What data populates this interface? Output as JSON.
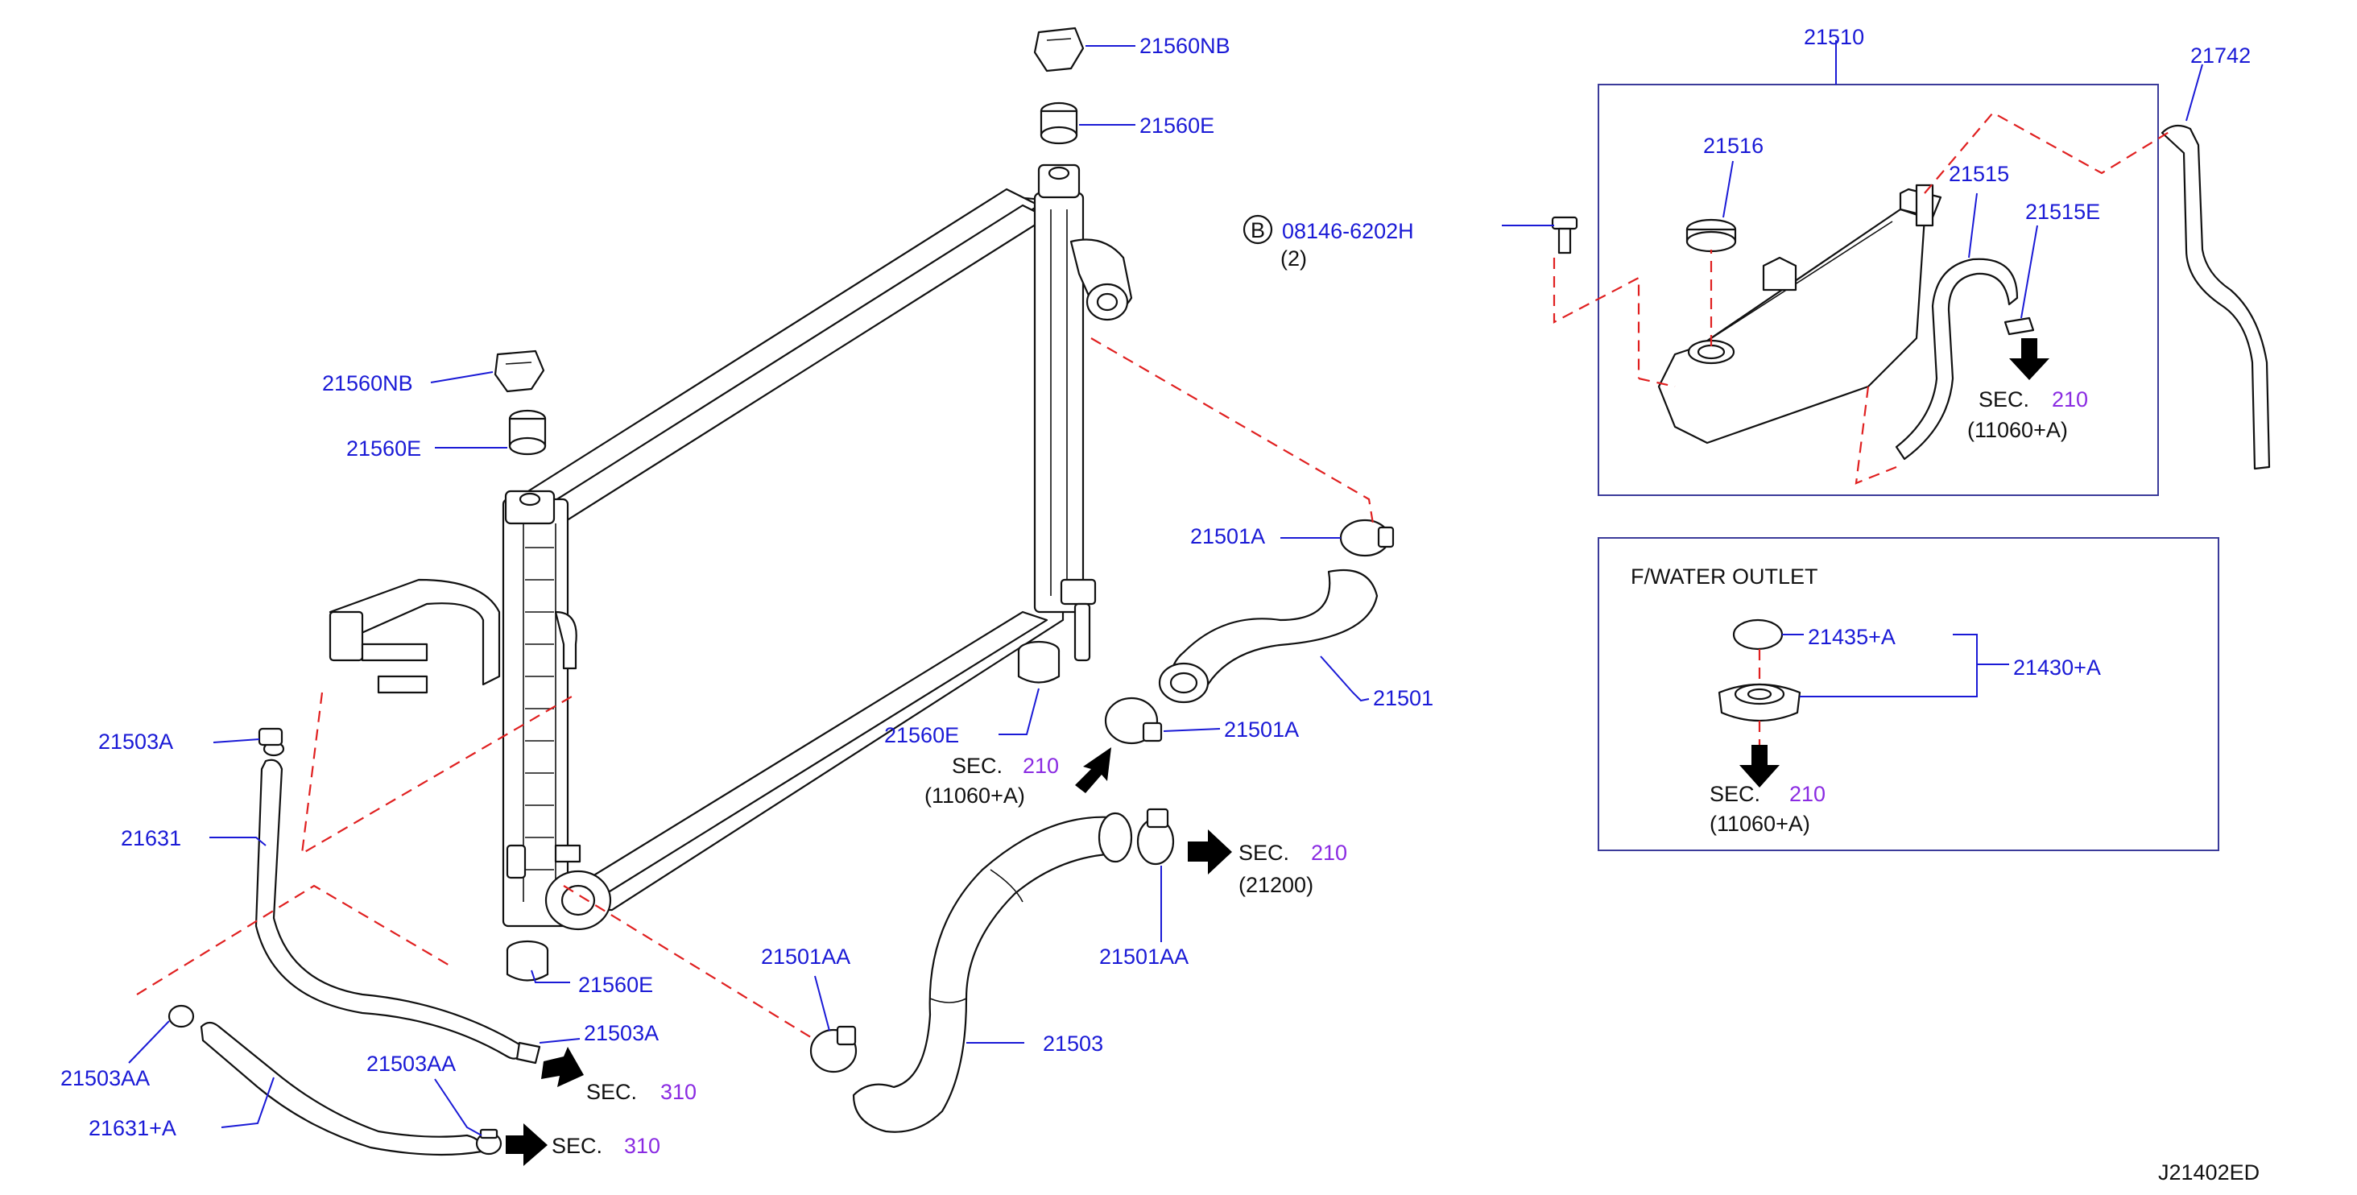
{
  "diagram_code": "J21402ED",
  "colors": {
    "label": "#1a1ad6",
    "section_number": "#8a2be2",
    "guide_line": "#e02020",
    "text": "#111111"
  },
  "parts": {
    "p21510": "21510",
    "p21742": "21742",
    "p21516": "21516",
    "p21515": "21515",
    "p21515E": "21515E",
    "p21560NB_top": "21560NB",
    "p21560E_top": "21560E",
    "p21560NB_left": "21560NB",
    "p21560E_left": "21560E",
    "p21560E_mid": "21560E",
    "p21560E_bottom": "21560E",
    "p21501A_top": "21501A",
    "p21501": "21501",
    "p21501A_low": "21501A",
    "p21503A_left": "21503A",
    "p21631": "21631",
    "p21503A_bottom": "21503A",
    "p21503AA_left": "21503AA",
    "p21631A": "21631+A",
    "p21503AA_mid": "21503AA",
    "p21501AA_left": "21501AA",
    "p21501AA_right": "21501AA",
    "p21503": "21503",
    "p21435A": "21435+A",
    "p21430A": "21430+A"
  },
  "bolt": {
    "symbol": "B",
    "code": "08146-6202H",
    "qty": "(2)"
  },
  "sections": {
    "sec_mid": {
      "label": "SEC.",
      "number": "210",
      "ref": "(11060+A)"
    },
    "sec_upper": {
      "label": "SEC.",
      "number": "210",
      "ref": "(21200)"
    },
    "sec_tank": {
      "label": "SEC.",
      "number": "210",
      "ref": "(11060+A)"
    },
    "sec_outlet": {
      "label": "SEC.",
      "number": "210",
      "ref": "(11060+A)"
    },
    "sec_310a": {
      "label": "SEC.",
      "number": "310"
    },
    "sec_310b": {
      "label": "SEC.",
      "number": "310"
    }
  },
  "inset": {
    "title": "F/WATER   OUTLET"
  }
}
